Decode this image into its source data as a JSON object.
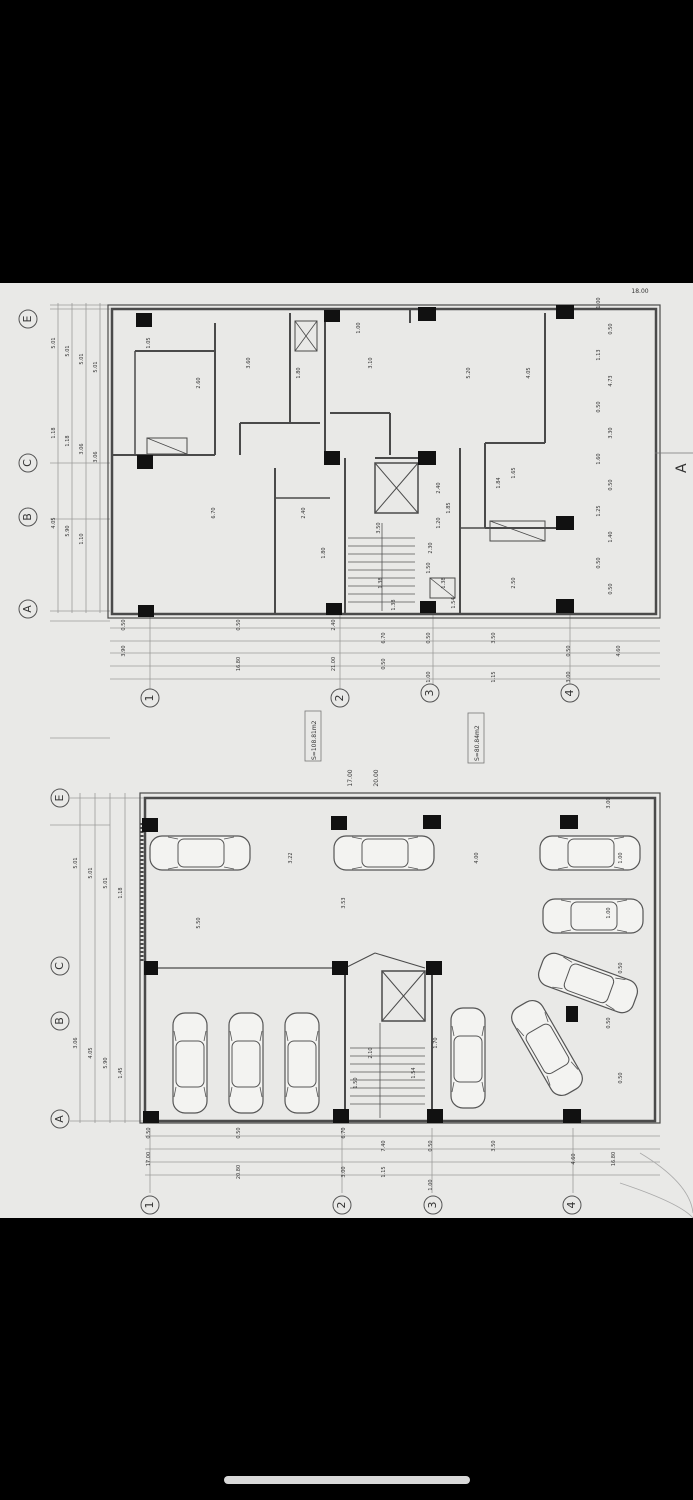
{
  "sheet": {
    "grid_letters": [
      "A",
      "B",
      "C",
      "E"
    ],
    "grid_numbers": [
      "1",
      "2",
      "3",
      "4"
    ],
    "section_mark": "A",
    "upper_plan": {
      "top_dim": "18.00",
      "left_dims": [
        "5.01",
        "5.01",
        "5.01",
        "5.01",
        "1.18",
        "1.18",
        "3.06",
        "3.06",
        "4.05",
        "5.90",
        "1.10"
      ],
      "right_dims": [
        "1.00",
        "0.50",
        "1.13",
        "4.73",
        "0.50",
        "3.30",
        "1.60",
        "0.50",
        "1.25",
        "1.40",
        "0.50",
        "0.50"
      ],
      "bottom_dims": [
        "0.50",
        "0.50",
        "2.40",
        "6.70",
        "0.50",
        "3.50",
        "0.50",
        "4.60",
        "3.90",
        "16.80",
        "21.00",
        "0.50",
        "1.00",
        "1.15",
        "3.00"
      ],
      "inner_dims": [
        "1.05",
        "2.60",
        "5.20",
        "4.05",
        "6.70",
        "1.00",
        "3.10",
        "3.60",
        "1.80",
        "2.40",
        "1.80",
        "2.50",
        "3.50",
        "1.38",
        "1.38",
        "2.40",
        "1.85",
        "1.20",
        "2.30",
        "1.84",
        "1.65",
        "1.50",
        "1.38",
        "1.54"
      ],
      "area_tag": "S=108.81m2",
      "area_tag_2": "S=80.84m2"
    },
    "lower_plan": {
      "top_dim": "17.00",
      "top_dim_2": "20.00",
      "left_dims": [
        "5.01",
        "5.01",
        "5.01",
        "1.18",
        "3.06",
        "4.05",
        "5.90",
        "1.45"
      ],
      "right_dims": [
        "3.00",
        "1.00",
        "1.00",
        "0.50",
        "0.50",
        "0.50"
      ],
      "bottom_dims": [
        "0.50",
        "0.50",
        "6.70",
        "7.40",
        "0.50",
        "3.50",
        "4.60",
        "16.80",
        "17.00",
        "20.80",
        "3.00",
        "1.15",
        "1.00"
      ],
      "inner_dims": [
        "5.50",
        "3.22",
        "4.00",
        "3.53",
        "1.50",
        "2.10",
        "1.54",
        "1.70"
      ]
    }
  }
}
